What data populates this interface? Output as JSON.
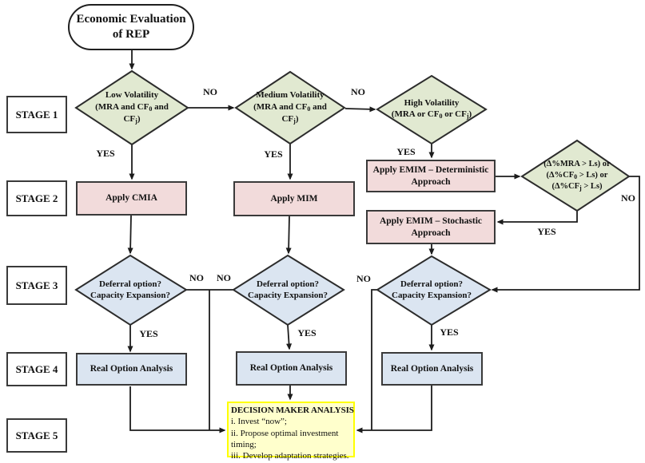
{
  "start": {
    "label": "Economic Evaluation of REP"
  },
  "labels": {
    "yes": "YES",
    "no": "NO"
  },
  "stages": {
    "s1": "STAGE 1",
    "s2": "STAGE 2",
    "s3": "STAGE 3",
    "s4": "STAGE 4",
    "s5": "STAGE 5"
  },
  "stage1": {
    "low": {
      "l1": "Low Volatility",
      "l2": {
        "a": "(MRA and CF",
        "s1": "0",
        "b": " and"
      },
      "l3": {
        "a": "CF",
        "s1": "j",
        "b": ")"
      }
    },
    "medium": {
      "l1": "Medium Volatility",
      "l2": {
        "a": "(MRA and CF",
        "s1": "0",
        "b": " and"
      },
      "l3": {
        "a": "CF",
        "s1": "j",
        "b": ")"
      }
    },
    "high": {
      "l1": "High Volatility",
      "l2": {
        "a": "(MRA or CF",
        "s1": "0",
        "b": " or CF",
        "s2": "j",
        "c": ")"
      }
    }
  },
  "stage2": {
    "cmia": "Apply CMIA",
    "mim": "Apply MIM",
    "emim_det": {
      "l1": "Apply EMIM – Deterministic",
      "l2": "Approach"
    },
    "emim_sto": {
      "l1": "Apply EMIM – Stochastic",
      "l2": "Approach"
    }
  },
  "threshold": {
    "l1": {
      "a": "(Δ%MRA > Ls) or"
    },
    "l2": {
      "a": "(Δ%CF",
      "s1": "0",
      "b": " > Ls) or"
    },
    "l3": {
      "a": "(Δ%CF",
      "s1": "j",
      "b": " > Ls)"
    }
  },
  "stage3": {
    "q1": "Deferral option?",
    "q2": "Capacity Expansion?"
  },
  "stage4": {
    "roa": "Real Option Analysis"
  },
  "stage5": {
    "title": "DECISION MAKER ANALYSIS",
    "i1": "i. Invest “now”;",
    "i2": "ii. Propose optimal investment timing;",
    "i3": "iii. Develop adaptation strategies."
  },
  "colors": {
    "green": "#e1e9d1",
    "pink": "#f2dbdb",
    "blue": "#dbe5f1",
    "yellow_fill": "#ffffcc",
    "yellow_border": "#ffff00",
    "line": "#1c1c1c"
  }
}
